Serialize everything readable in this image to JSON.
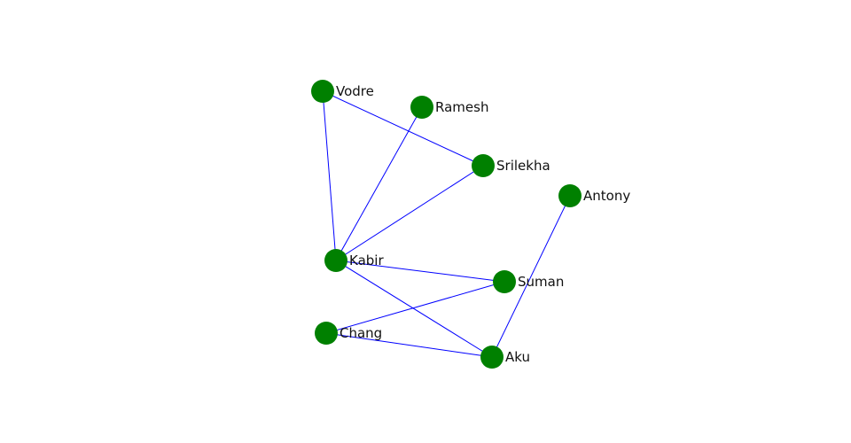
{
  "graph": {
    "node_color": "#008000",
    "edge_color": "#0000ff",
    "label_color": "#111111",
    "nodes": [
      {
        "id": "vodre",
        "label": "Vodre"
      },
      {
        "id": "ramesh",
        "label": "Ramesh"
      },
      {
        "id": "srilekha",
        "label": "Srilekha"
      },
      {
        "id": "antony",
        "label": "Antony"
      },
      {
        "id": "kabir",
        "label": "Kabir"
      },
      {
        "id": "suman",
        "label": "Suman"
      },
      {
        "id": "chang",
        "label": "Chang"
      },
      {
        "id": "aku",
        "label": "Aku"
      }
    ],
    "edges": [
      [
        "vodre",
        "srilekha"
      ],
      [
        "vodre",
        "kabir"
      ],
      [
        "ramesh",
        "kabir"
      ],
      [
        "srilekha",
        "kabir"
      ],
      [
        "kabir",
        "suman"
      ],
      [
        "kabir",
        "aku"
      ],
      [
        "suman",
        "chang"
      ],
      [
        "chang",
        "aku"
      ],
      [
        "antony",
        "aku"
      ]
    ]
  }
}
